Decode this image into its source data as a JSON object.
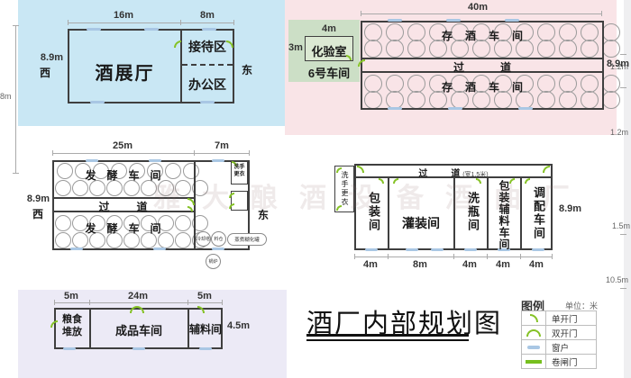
{
  "colors": {
    "wall": "#3f3f3f",
    "door_green": "#85c226",
    "window_blue": "#a9c7e4",
    "panel_blue": "#c9e7f4",
    "panel_pink": "#f9e4e7",
    "panel_green": "#ccdfc6",
    "panel_lavender": "#eceaf6",
    "dim_gray": "#aaaaaa"
  },
  "watermark": "雅大酿酒设备酒曲厂",
  "title": {
    "text": "酒厂内部规划图"
  },
  "legend": {
    "heading": "图例",
    "unit": "单位：米",
    "items": [
      {
        "label": "单开门"
      },
      {
        "label": "双开门"
      },
      {
        "label": "窗户"
      },
      {
        "label": "卷闸门"
      }
    ]
  },
  "left_edge": {
    "dim": "8m"
  },
  "right_edge": {
    "d1": "1.2m",
    "d2": "1.2m",
    "d3": "1.5m",
    "d4": "10.5m"
  },
  "exhibition": {
    "dim_a": "16m",
    "dim_b": "8m",
    "dim_left": "8.9m",
    "west": "西",
    "east": "东",
    "hall": "酒展厅",
    "reception": "接待区",
    "office": "办公区"
  },
  "storage": {
    "dim_top": "40m",
    "dim_right": "8.9m",
    "upper": "存酒车间",
    "aisle": "过道",
    "lower": "存酒车间",
    "lab": {
      "dim_top": "4m",
      "dim_left": "3m",
      "name": "化验室",
      "caption": "6号车间"
    },
    "tank_rows": {
      "r1": 12,
      "r2": 12,
      "r3": 12,
      "r4": 12
    }
  },
  "ferment": {
    "dim_a": "25m",
    "dim_b": "7m",
    "dim_left": "8.9m",
    "west": "西",
    "east": "东",
    "upper": "发酵车间",
    "aisle": "过道",
    "lower": "发酵车间",
    "washroom": "洗手\n更衣",
    "equip": {
      "cool": "冷却塔",
      "bin": "料仓",
      "cook": "蒸煮糊化罐",
      "boiler": "锅炉"
    },
    "tank_rows": {
      "r1": 8,
      "r2": 9,
      "r3": 9,
      "r4": 9
    }
  },
  "process": {
    "aisle": "过道",
    "aisle_note": "(宽1.5米)",
    "washroom": "洗手更衣",
    "dim_right": "8.9m",
    "rooms": [
      {
        "name": "包装间",
        "dim": "4m"
      },
      {
        "name": "灌装间",
        "dim": "8m"
      },
      {
        "name": "洗瓶间",
        "dim": "4m"
      },
      {
        "name": "包装辅料车间",
        "dim": "4m"
      },
      {
        "name": "调配车间",
        "dim": "4m"
      }
    ]
  },
  "finished": {
    "dim_a": "5m",
    "dim_b": "24m",
    "dim_c": "5m",
    "dim_right": "4.5m",
    "rooms": [
      {
        "name": "粮食\n堆放"
      },
      {
        "name": "成品车间"
      },
      {
        "name": "辅料间"
      }
    ]
  }
}
